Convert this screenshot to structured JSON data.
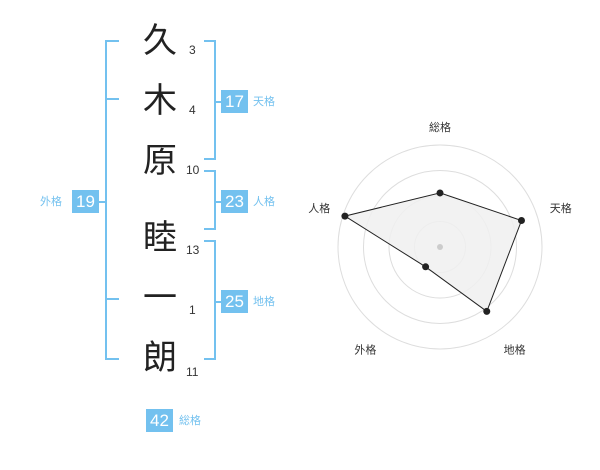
{
  "name_chars": [
    {
      "char": "久",
      "strokes": "3"
    },
    {
      "char": "木",
      "strokes": "4"
    },
    {
      "char": "原",
      "strokes": "10"
    },
    {
      "char": "睦",
      "strokes": "13"
    },
    {
      "char": "一",
      "strokes": "1"
    },
    {
      "char": "朗",
      "strokes": "11"
    }
  ],
  "fortunes": {
    "tenkaku": {
      "value": "17",
      "label": "天格"
    },
    "jinkaku": {
      "value": "23",
      "label": "人格"
    },
    "chikaku": {
      "value": "25",
      "label": "地格"
    },
    "gaikaku": {
      "value": "19",
      "label": "外格"
    },
    "soukaku": {
      "value": "42",
      "label": "総格"
    }
  },
  "colors": {
    "accent": "#73c1ef",
    "text": "#222222",
    "radar_fill": "#f0f0f0",
    "radar_line": "#222222",
    "radar_ring": "#dddddd"
  },
  "chart_data": {
    "type": "radar",
    "axes": [
      "総格",
      "天格",
      "地格",
      "外格",
      "人格"
    ],
    "values": [
      0.53,
      0.84,
      0.78,
      0.24,
      0.98
    ],
    "max": 1,
    "rings": 4
  }
}
